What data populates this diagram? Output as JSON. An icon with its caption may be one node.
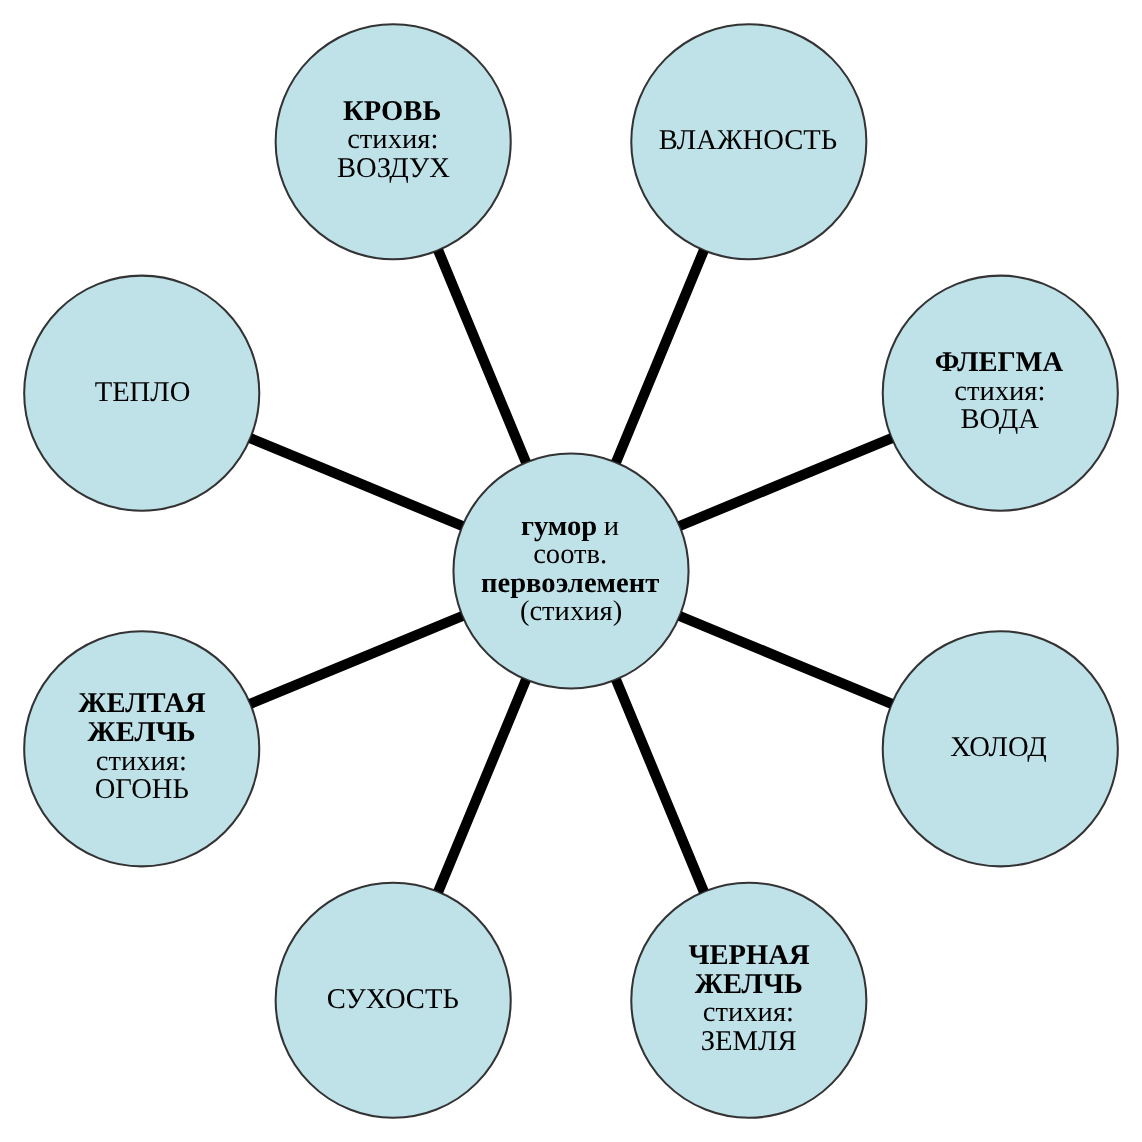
{
  "diagram": {
    "nodes": [
      {
        "text": [
          "**гумор** и соотв. **первоэлемент** (стихия)"
        ]
      },
      {
        "text": [
          "ФЛЕГМА",
          "стихия: ВОДА"
        ]
      },
      {
        "text": [
          "ВЛАЖНОСТЬ"
        ]
      },
      {
        "text": [
          "КРОВЬ",
          "стихия: ВОЗДУХ"
        ]
      },
      {
        "text": [
          "ТЕПЛО"
        ]
      },
      {
        "text": [
          "ЖЕЛТАЯ ЖЕЛЧЬ",
          "стихия: ОГОНЬ"
        ]
      },
      {
        "text": [
          "СУХОСТЬ"
        ]
      },
      {
        "text": [
          "ЧЕРНАЯ ЖЕЛЧЬ",
          "стихия: ЗЕМЛЯ"
        ]
      },
      {
        "text": [
          "ХОЛОД"
        ]
      }
    ],
    "edges": [
      {
        "from": 0,
        "to": 1,
        "arrow": "none"
      },
      {
        "from": 0,
        "to": 2,
        "arrow": "none"
      },
      {
        "from": 0,
        "to": 3,
        "arrow": "none"
      },
      {
        "from": 0,
        "to": 4,
        "arrow": "none"
      },
      {
        "from": 0,
        "to": 5,
        "arrow": "none"
      },
      {
        "from": 0,
        "to": 6,
        "arrow": "none"
      },
      {
        "from": 0,
        "to": 7,
        "arrow": "none"
      },
      {
        "from": 0,
        "to": 8,
        "arrow": "none"
      }
    ]
  }
}
